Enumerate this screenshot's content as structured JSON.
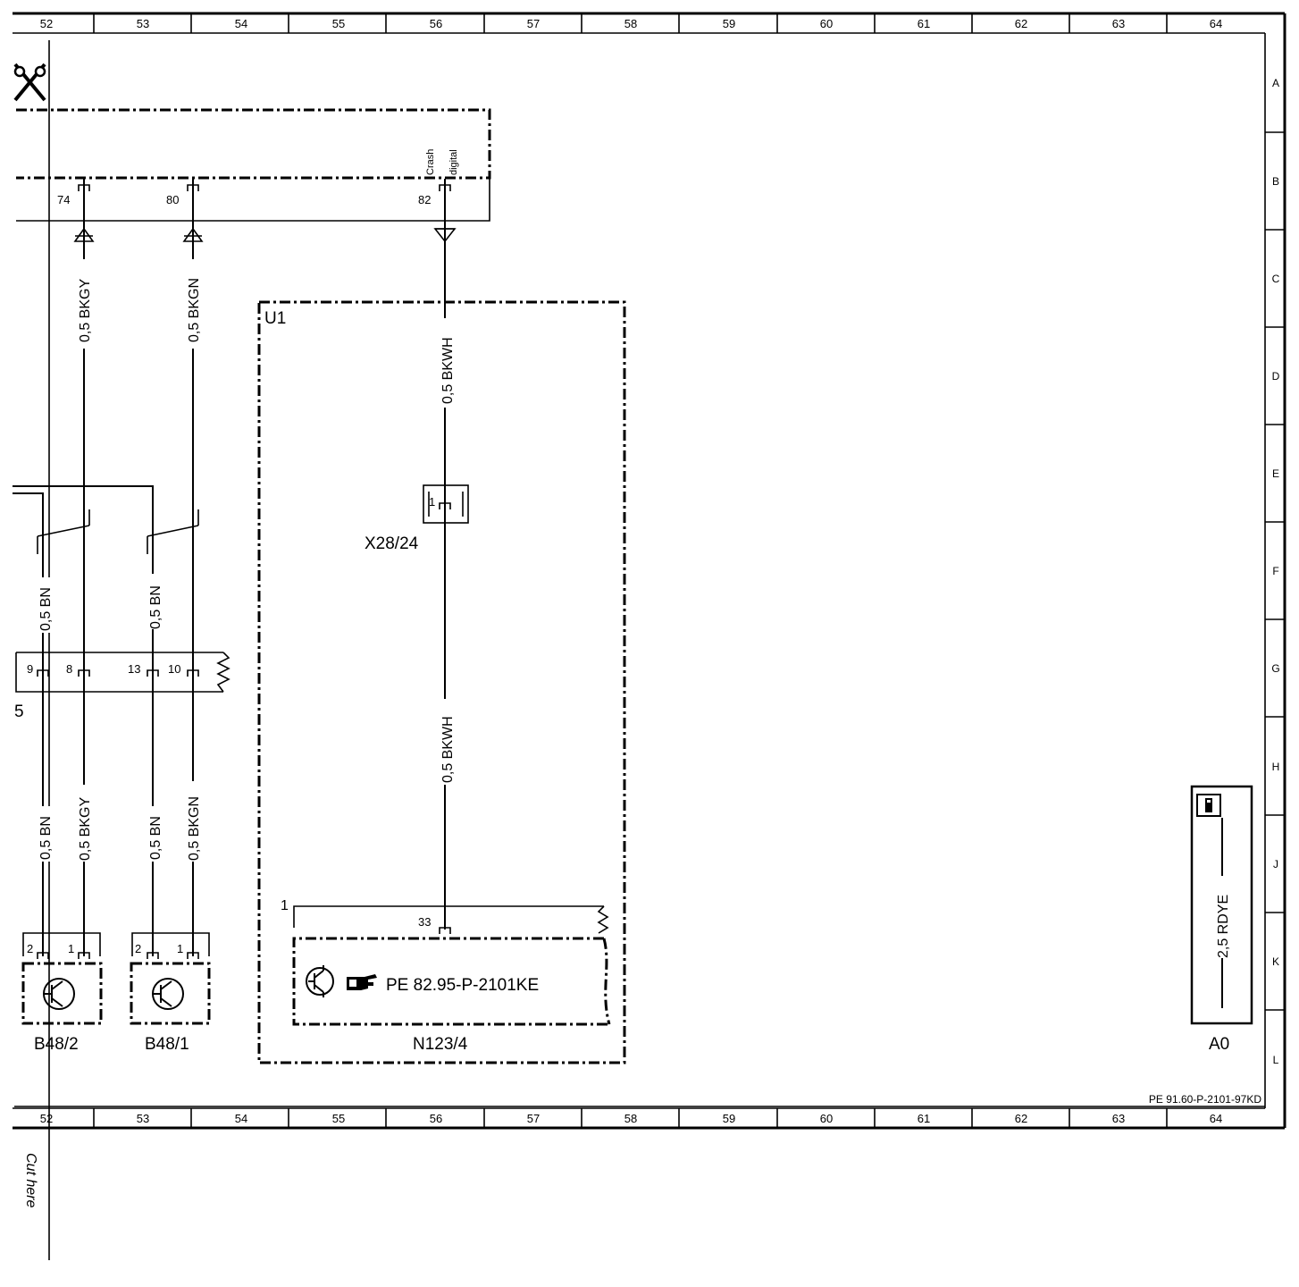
{
  "grid": {
    "columns": [
      "52",
      "53",
      "54",
      "55",
      "56",
      "57",
      "58",
      "59",
      "60",
      "61",
      "62",
      "63",
      "64"
    ],
    "rows": [
      "A",
      "B",
      "C",
      "D",
      "E",
      "F",
      "G",
      "H",
      "J",
      "K",
      "L"
    ]
  },
  "connector_top": {
    "pins": [
      "74",
      "80",
      "82"
    ],
    "signal_label_1": "Crash",
    "signal_label_2": "digital"
  },
  "wires": {
    "bkgy_top": "0,5 BKGY",
    "bkgn_top": "0,5 BKGN",
    "bkwh_top": "0,5 BKWH",
    "bn_left_mid": "0,5 BN",
    "bn_right_mid": "0,5 BN",
    "bn_left_low": "0,5 BN",
    "bkgy_low": "0,5 BKGY",
    "bn_right_low": "0,5 BN",
    "bkgn_low": "0,5 BKGN",
    "bkwh_low": "0,5 BKWH",
    "rdye": "2,5 RDYE"
  },
  "connector_mid": {
    "pins": [
      "9",
      "8",
      "13",
      "10"
    ],
    "side_label": "5"
  },
  "u1": {
    "label": "U1"
  },
  "x28": {
    "pin": "1",
    "label": "X28/24"
  },
  "n123": {
    "pin_group": "1",
    "pin": "33",
    "ref": "PE 82.95-P-2101KE",
    "label": "N123/4"
  },
  "b48_2": {
    "pins": [
      "2",
      "1"
    ],
    "label": "B48/2"
  },
  "b48_1": {
    "pins": [
      "2",
      "1"
    ],
    "label": "B48/1"
  },
  "a0": {
    "label": "A0"
  },
  "doc_ref": "PE 91.60-P-2101-97KD",
  "cut_here": "Cut here"
}
